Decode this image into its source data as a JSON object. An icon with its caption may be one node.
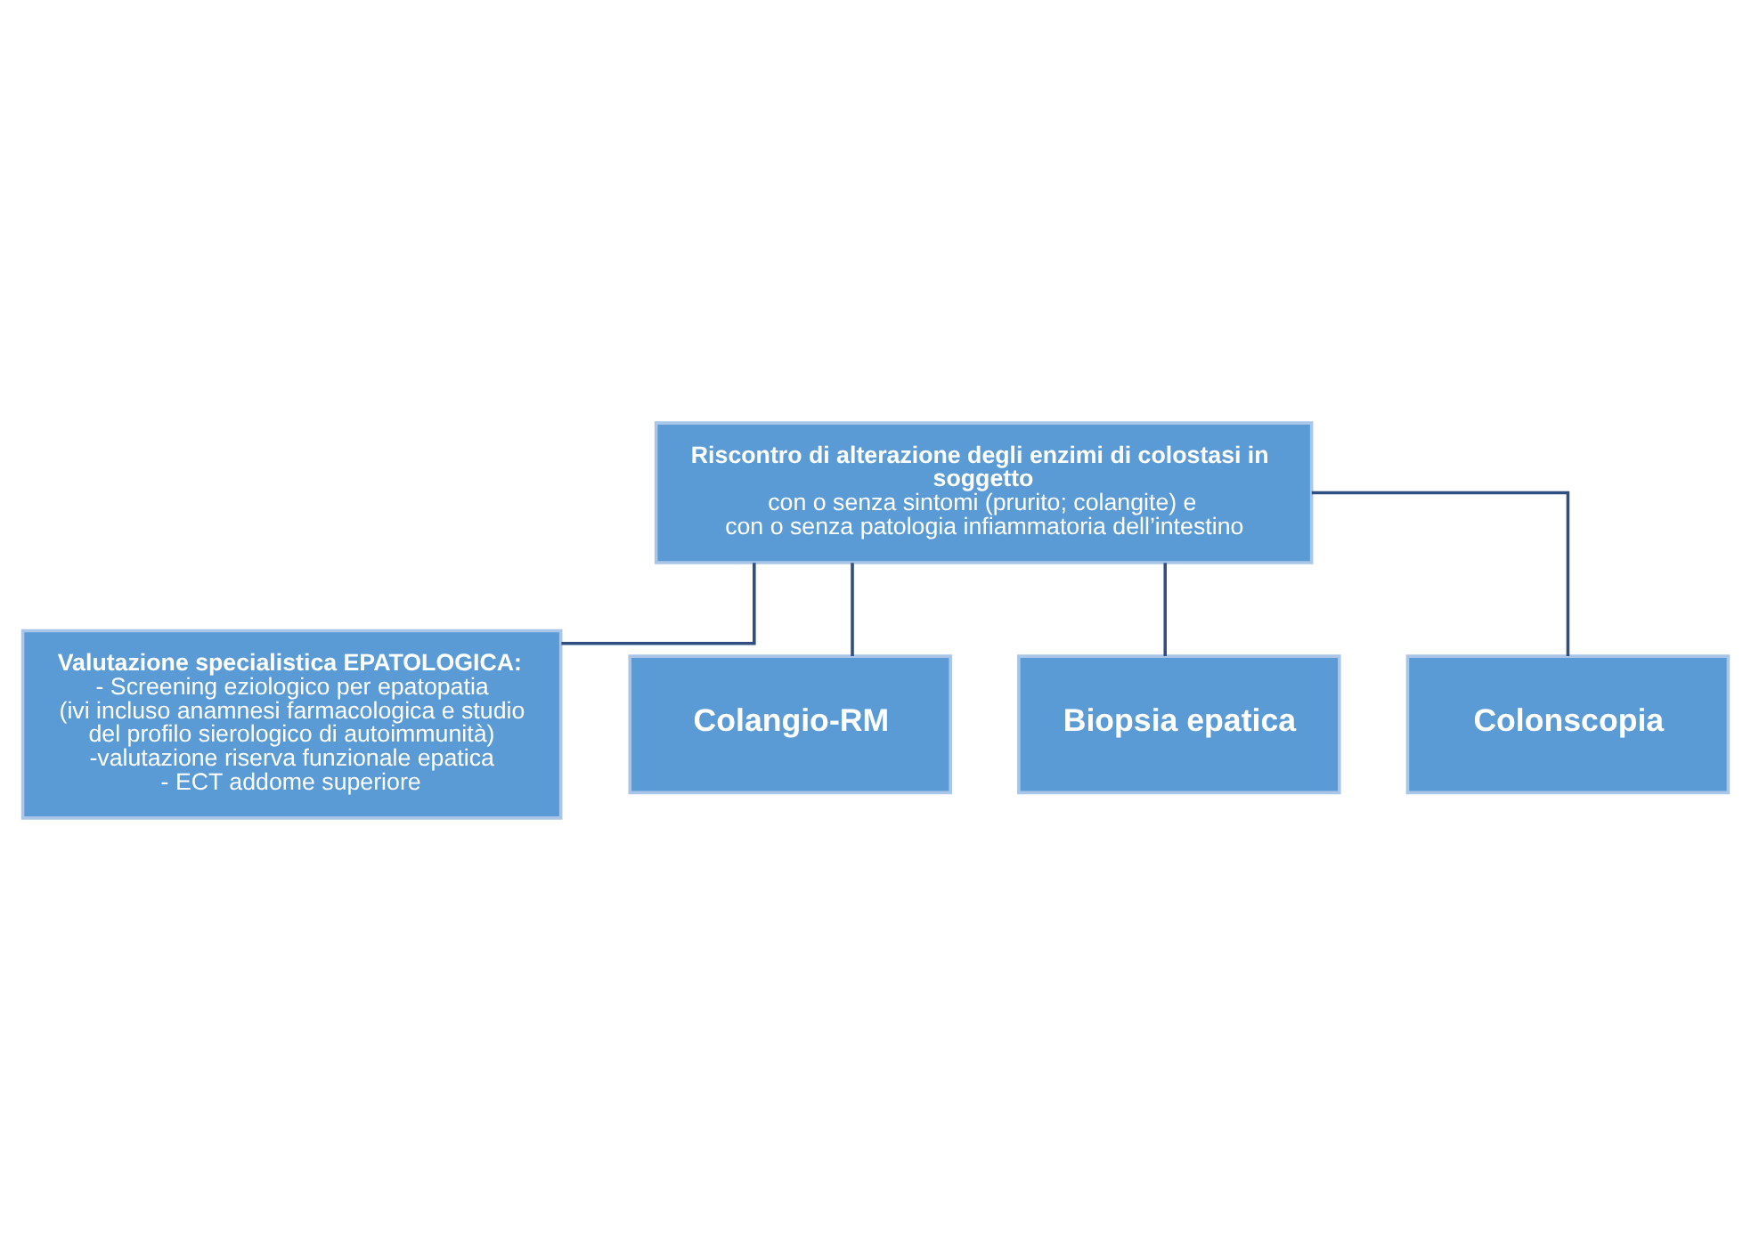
{
  "diagram": {
    "nodes": [
      {
        "text": [
          "Riscontro di alterazione degli enzimi di colostasi in soggetto",
          "con o senza sintomi (prurito; colangite) e",
          "con o senza patologia infiammatoria dell’intestino"
        ]
      },
      {
        "text": [
          "Valutazione specialistica EPATOLOGICA:",
          "- Screening eziologico per epatopatia",
          "(ivi incluso anamnesi farmacologica e studio del profilo sierologico di autoimmunità)",
          "-valutazione riserva funzionale epatica",
          "- ECT addome superiore"
        ]
      },
      {
        "text": [
          "Colangio-RM"
        ]
      },
      {
        "text": [
          "Biopsia epatica"
        ]
      },
      {
        "text": [
          "Colonscopia"
        ]
      }
    ],
    "edges": [
      {
        "from": 0,
        "to": 1,
        "arrow": "none"
      },
      {
        "from": 0,
        "to": 2,
        "arrow": "none"
      },
      {
        "from": 0,
        "to": 3,
        "arrow": "none"
      },
      {
        "from": 0,
        "to": 4,
        "arrow": "none"
      }
    ]
  }
}
